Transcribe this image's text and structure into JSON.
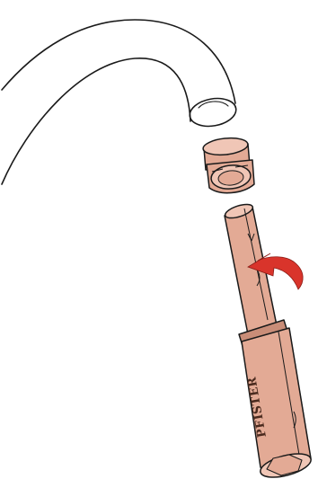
{
  "illustration": {
    "parts": [
      "faucet-spout",
      "aerator-cartridge",
      "removal-key",
      "rotation-arrow"
    ],
    "brand_mark": "PFISTER",
    "rotation_direction": "counterclockwise"
  },
  "colors": {
    "outline": "#1a1a1a",
    "part_fill": "#e3aa95",
    "part_shade": "#c98d78",
    "part_light": "#f0c6b6",
    "arrow": "#d9342b",
    "background": "#ffffff"
  }
}
